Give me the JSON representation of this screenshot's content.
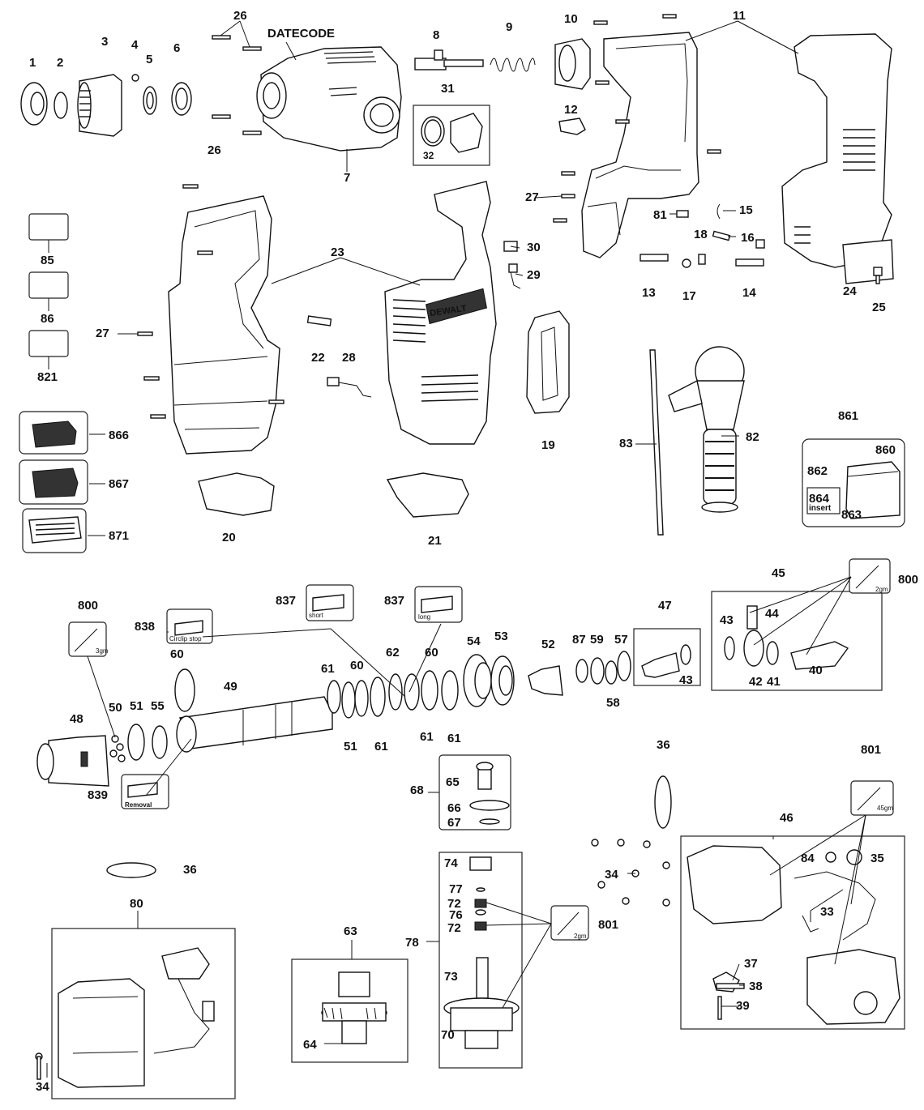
{
  "title": "DATECODE",
  "labels": {
    "p1": "1",
    "p2": "2",
    "p3": "3",
    "p4": "4",
    "p5": "5",
    "p6": "6",
    "p7": "7",
    "p8": "8",
    "p9": "9",
    "p10": "10",
    "p11": "11",
    "p12": "12",
    "p13": "13",
    "p14": "14",
    "p15": "15",
    "p16": "16",
    "p17": "17",
    "p18": "18",
    "p19": "19",
    "p20": "20",
    "p21": "21",
    "p22": "22",
    "p23": "23",
    "p24": "24",
    "p25": "25",
    "p26a": "26",
    "p26b": "26",
    "p27a": "27",
    "p27b": "27",
    "p28": "28",
    "p29": "29",
    "p30": "30",
    "p31": "31",
    "p32": "32",
    "p33": "33",
    "p34a": "34",
    "p34b": "34",
    "p35": "35",
    "p36a": "36",
    "p36b": "36",
    "p37": "37",
    "p38": "38",
    "p39": "39",
    "p40": "40",
    "p41": "41",
    "p42": "42",
    "p43a": "43",
    "p43b": "43",
    "p44": "44",
    "p45": "45",
    "p46": "46",
    "p47": "47",
    "p48": "48",
    "p49": "49",
    "p50": "50",
    "p51a": "51",
    "p51b": "51",
    "p52": "52",
    "p53": "53",
    "p54": "54",
    "p55": "55",
    "p57": "57",
    "p58": "58",
    "p59": "59",
    "p60a": "60",
    "p60b": "60",
    "p60c": "60",
    "p61a": "61",
    "p61b": "61",
    "p61c": "61",
    "p61d": "61",
    "p62": "62",
    "p63": "63",
    "p64": "64",
    "p65": "65",
    "p66": "66",
    "p67": "67",
    "p68": "68",
    "p70": "70",
    "p72a": "72",
    "p72b": "72",
    "p73": "73",
    "p74": "74",
    "p76": "76",
    "p77": "77",
    "p78": "78",
    "p80": "80",
    "p81": "81",
    "p82": "82",
    "p83": "83",
    "p84": "84",
    "p85": "85",
    "p86": "86",
    "p87": "87",
    "p800a": "800",
    "p800b": "800",
    "p801a": "801",
    "p801b": "801",
    "p821": "821",
    "p837a": "837",
    "p837b": "837",
    "p838": "838",
    "p839": "839",
    "p860": "860",
    "p861": "861",
    "p862": "862",
    "p863": "863",
    "p864": "864",
    "p866": "866",
    "p867": "867",
    "p871": "871"
  },
  "tool_notes": {
    "short": "short",
    "long": "long",
    "circlip": "Circlip stop",
    "removal": "Removal",
    "insert": "insert"
  },
  "grease": {
    "g3": "3gm",
    "g2a": "2gm",
    "g2b": "2gm",
    "g45": "45gm"
  },
  "brand": "DEWALT"
}
